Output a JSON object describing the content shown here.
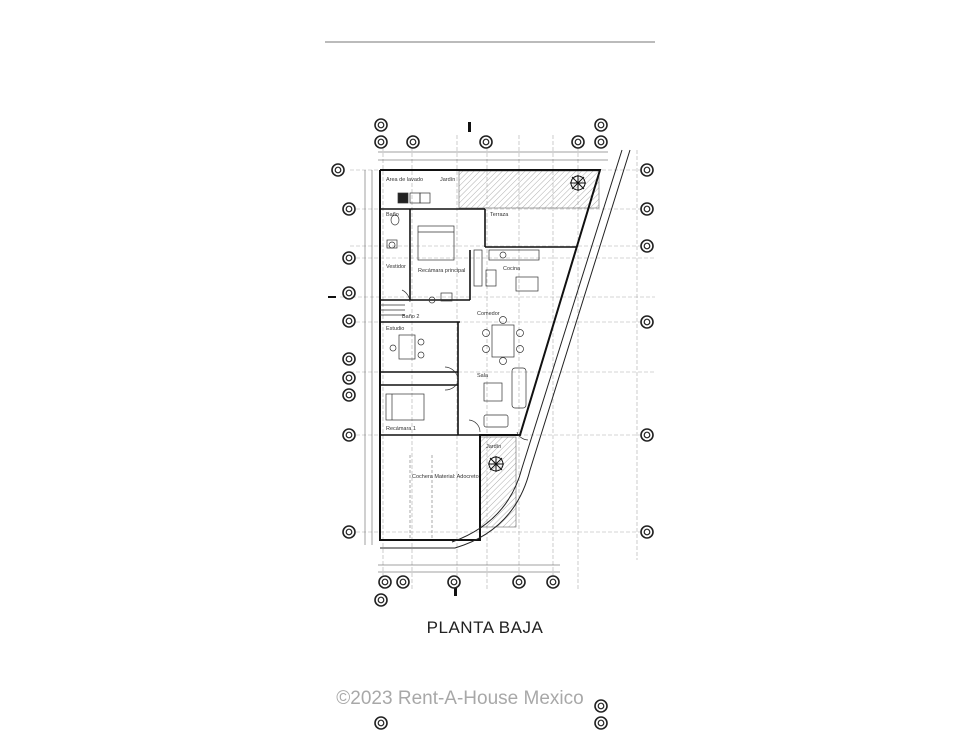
{
  "sheet": {
    "title": "PLANTA BAJA",
    "watermark": "©2023 Rent-A-House Mexico"
  },
  "rooms": {
    "area_de_lavado": "Area de lavado",
    "jardin_top": "Jardín",
    "terraza": "Terraza",
    "bano": "Baño",
    "recamara_principal": "Recámara principal",
    "vestidor": "Vestidor",
    "cocina": "Cocina",
    "bano_2": "Baño 2",
    "comedor": "Comedor",
    "estudio": "Estudio",
    "sala": "Sala",
    "recamara_1": "Recámara 1",
    "jardin_bottom": "Jardín",
    "cochera": "Cochera Material: Adocreto"
  },
  "colors": {
    "line": "#333333",
    "wall": "#111111",
    "hatch": "#888888",
    "grid": "#999999"
  }
}
